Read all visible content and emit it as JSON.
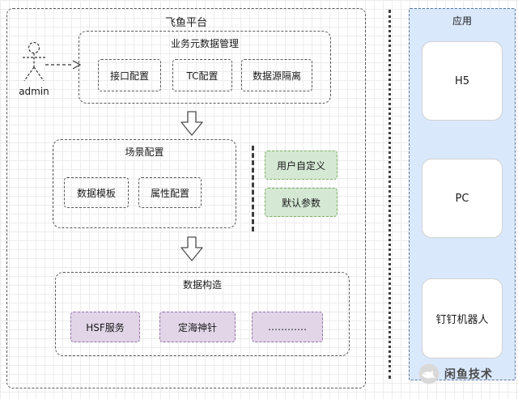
{
  "platform": {
    "title": "飞鱼平台",
    "actor": {
      "label": "admin"
    },
    "metadata_group": {
      "title": "业务元数据管理",
      "items": [
        "接口配置",
        "TC配置",
        "数据源隔离"
      ]
    },
    "scene_group": {
      "title": "场景配置",
      "items": [
        "数据模板",
        "属性配置"
      ]
    },
    "side_notes": {
      "items": [
        "用户自定义",
        "默认参数"
      ]
    },
    "construct_group": {
      "title": "数据构造",
      "items": [
        "HSF服务",
        "定海神针",
        "…………"
      ]
    }
  },
  "apps_panel": {
    "title": "应用",
    "items": [
      "H5",
      "PC",
      "钉钉机器人"
    ]
  },
  "footer": {
    "brand": "闲鱼技术"
  },
  "colors": {
    "green_fill": "#d5e8d4",
    "green_border": "#7fae63",
    "purple_fill": "#e1d5e7",
    "purple_border": "#9673a6",
    "panel_fill": "#dae8fc",
    "panel_border": "#59779f"
  }
}
